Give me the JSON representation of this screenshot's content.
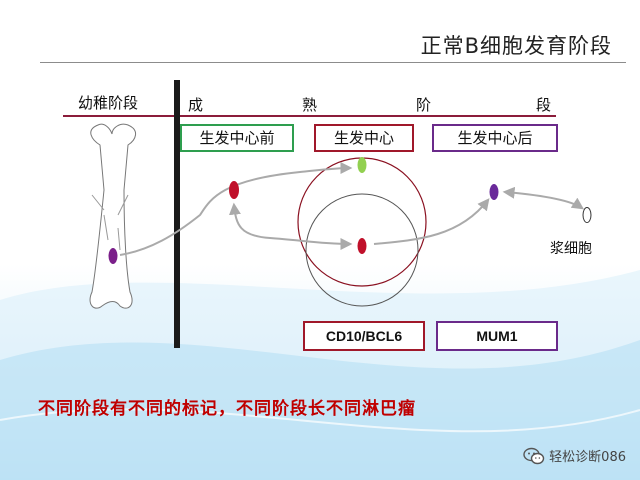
{
  "title": "正常B细胞发育阶段",
  "stages": {
    "immature": "幼稚阶段",
    "mature_chars": [
      "成",
      "熟",
      "阶",
      "段"
    ]
  },
  "substages": {
    "pre_gc": "生发中心前",
    "gc": "生发中心",
    "post_gc": "生发中心后"
  },
  "plasma_cell_label": "浆细胞",
  "markers": {
    "gc_marker": "CD10/BCL6",
    "post_gc_marker": "MUM1"
  },
  "footnote": "不同阶段有不同的标记，不同阶段长不同淋巴瘤",
  "watermark": {
    "icon": "wechat-icon",
    "text": "轻松诊断086"
  },
  "colors": {
    "stage_line": "#8b1c3a",
    "pre_gc_border": "#2e9e4f",
    "gc_border": "#a0182a",
    "post_gc_border": "#6a2a8a",
    "naive_cell": "#7b1f8a",
    "pre_gc_cell": "#c0102a",
    "gc_top_cell": "#92d050",
    "gc_center_cell": "#c0102a",
    "post_gc_cell": "#6a2a9a",
    "footnote": "#c00000"
  }
}
